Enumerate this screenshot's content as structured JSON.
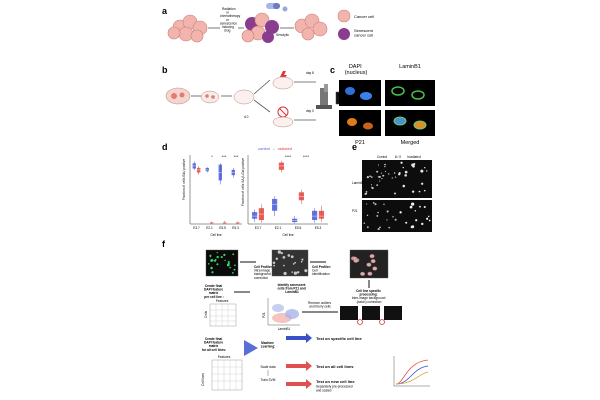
{
  "panels": {
    "a": {
      "letter": "a",
      "treatment": [
        "Radiation",
        "or",
        "chemotherapy",
        "or",
        "senescence",
        "inducing",
        "drug"
      ],
      "senolytic": "Senolytic",
      "legend_cancer": "Cancer cell",
      "legend_senescent": [
        "Senescent",
        "cancer cell"
      ]
    },
    "b": {
      "letter": "b",
      "day_top": "day 8",
      "day_bottom": "day 0",
      "day_mid": "d 0"
    },
    "c": {
      "letter": "c",
      "label_dapi": [
        "DAPI",
        "(nucleus)"
      ],
      "label_laminb1": "LaminB1",
      "label_p21": "P21",
      "label_merged": "Merged"
    },
    "d": {
      "letter": "d",
      "legend": [
        "control",
        "-",
        "radiated"
      ],
      "sig_left": [
        "*",
        "***",
        "***"
      ],
      "sig_right": [
        "****",
        "****"
      ],
      "ylabel_left": "Fraction of cells EdU positive",
      "ylabel_right": "Fraction of cells SA-β-Gal positive",
      "xlabel": "Cell line",
      "categories": [
        "E3.7",
        "E2.1",
        "E5.5",
        "E5.3"
      ]
    },
    "e": {
      "letter": "e",
      "col_control": "Control",
      "col_mid": "8 / 0",
      "col_irradiated": "Irradiated",
      "row_laminb1": "LaminB1",
      "row_p21": "P21"
    },
    "f": {
      "letter": "f",
      "cp1": [
        "Cell Profiler:",
        "Intra-image",
        "background",
        "correction"
      ],
      "cp2": [
        "Cell Profiler:",
        "Cell",
        "identification"
      ],
      "cls": [
        "Cell line specific",
        "processing:",
        "Inter-image background",
        "(batch) correction"
      ],
      "create1": [
        "Create final",
        "DAPI feature",
        "matrix",
        "per cell line :"
      ],
      "identify": [
        "Identify senescent",
        "cells from P21 and",
        "LaminB1"
      ],
      "remove": [
        "Remove outliers",
        "and blurry cells"
      ],
      "features": "Features",
      "cells": "Cells",
      "create2": [
        "Create final",
        "DAPI feature",
        "matrix",
        "for all cell lines:"
      ],
      "ml": [
        "Machine",
        "Learning:"
      ],
      "scale": "Scale data",
      "svm": "Train SVM",
      "test1": "Test on specific cell line",
      "test2": "Test on all cell lines",
      "test3": [
        "Test on new cell line",
        "Separately pre-processed",
        "and scaled"
      ],
      "laminb1_axis": "LaminB1",
      "p21_axis": "P21",
      "cell_lines_axis": "Cell lines"
    }
  },
  "colors": {
    "control": "#4a5cd6",
    "radiated": "#e0453f",
    "cancer_cell": "#f2b5ae",
    "senescent_cell": "#8a3d8f",
    "dark_bg": "#0d0d0d"
  },
  "chart_data": [
    {
      "type": "box",
      "title": "",
      "xlabel": "Cell line",
      "ylabel": "Fraction of cells EdU positive",
      "categories": [
        "E3.7",
        "E2.1",
        "E5.5",
        "E5.3"
      ],
      "ylim": [
        0,
        1
      ],
      "series": [
        {
          "name": "control",
          "medians": [
            0.88,
            0.82,
            0.78,
            0.78
          ],
          "q1": [
            0.84,
            0.8,
            0.66,
            0.74
          ],
          "q3": [
            0.92,
            0.85,
            0.9,
            0.82
          ],
          "min": [
            0.82,
            0.78,
            0.6,
            0.7
          ],
          "max": [
            0.95,
            0.86,
            0.92,
            0.85
          ]
        },
        {
          "name": "radiated",
          "medians": [
            0.82,
            0.02,
            0.02,
            0.02
          ],
          "q1": [
            0.78,
            0.01,
            0.01,
            0.01
          ],
          "q3": [
            0.85,
            0.03,
            0.03,
            0.03
          ],
          "min": [
            0.75,
            0.0,
            0.0,
            0.0
          ],
          "max": [
            0.88,
            0.04,
            0.05,
            0.04
          ]
        }
      ]
    },
    {
      "type": "box",
      "title": "",
      "xlabel": "Cell line",
      "ylabel": "Fraction of cells SA-β-Gal positive",
      "categories": [
        "E3.7",
        "E2.1",
        "E5.5",
        "E5.3"
      ],
      "ylim": [
        0,
        1
      ],
      "series": [
        {
          "name": "control",
          "medians": [
            0.12,
            0.3,
            0.05,
            0.12
          ],
          "q1": [
            0.08,
            0.2,
            0.03,
            0.06
          ],
          "q3": [
            0.18,
            0.38,
            0.08,
            0.2
          ],
          "min": [
            0.03,
            0.12,
            0.01,
            0.02
          ],
          "max": [
            0.22,
            0.42,
            0.12,
            0.24
          ]
        },
        {
          "name": "radiated",
          "medians": [
            0.15,
            0.88,
            0.42,
            0.12
          ],
          "q1": [
            0.06,
            0.82,
            0.36,
            0.08
          ],
          "q3": [
            0.24,
            0.93,
            0.48,
            0.2
          ],
          "min": [
            0.02,
            0.78,
            0.3,
            0.03
          ],
          "max": [
            0.3,
            0.96,
            0.52,
            0.28
          ]
        }
      ]
    }
  ]
}
